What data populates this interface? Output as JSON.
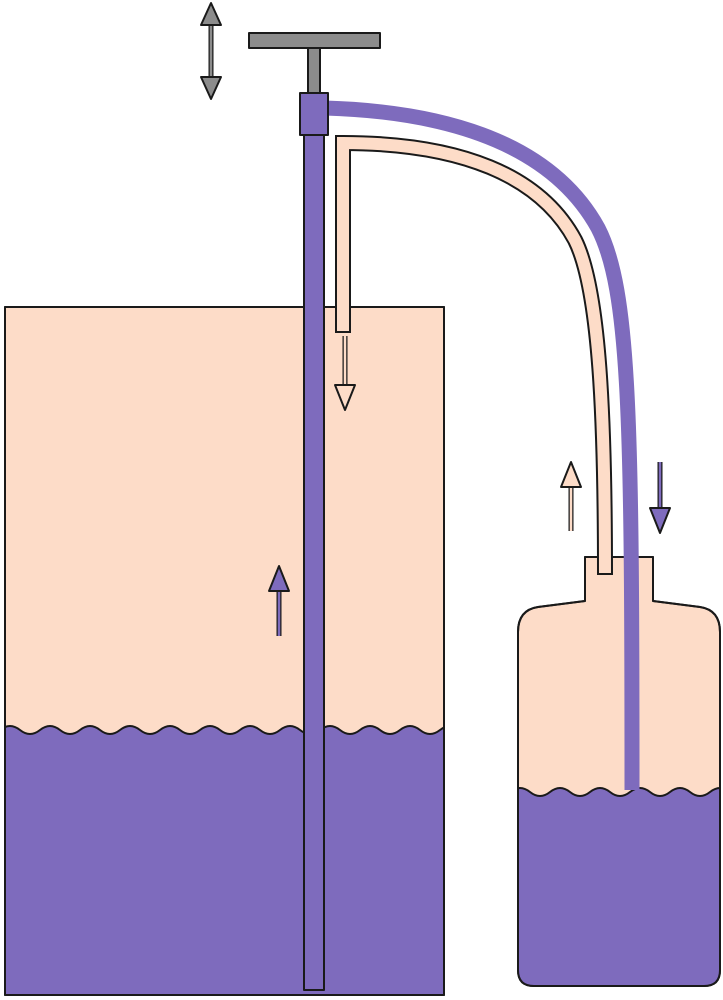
{
  "colors": {
    "liquid": "#7e6bbd",
    "air": "#fddcc8",
    "pump_handle": "#8c8c8c",
    "outline": "#1a1a1a",
    "background": "#ffffff"
  },
  "flow_arrows": [
    {
      "id": "pump-motion",
      "direction": "up-down",
      "color": "gray"
    },
    {
      "id": "air-down",
      "direction": "down",
      "color": "air"
    },
    {
      "id": "liquid-up",
      "direction": "up",
      "color": "liquid"
    },
    {
      "id": "air-up",
      "direction": "up",
      "color": "air"
    },
    {
      "id": "liquid-down",
      "direction": "down",
      "color": "liquid"
    }
  ]
}
